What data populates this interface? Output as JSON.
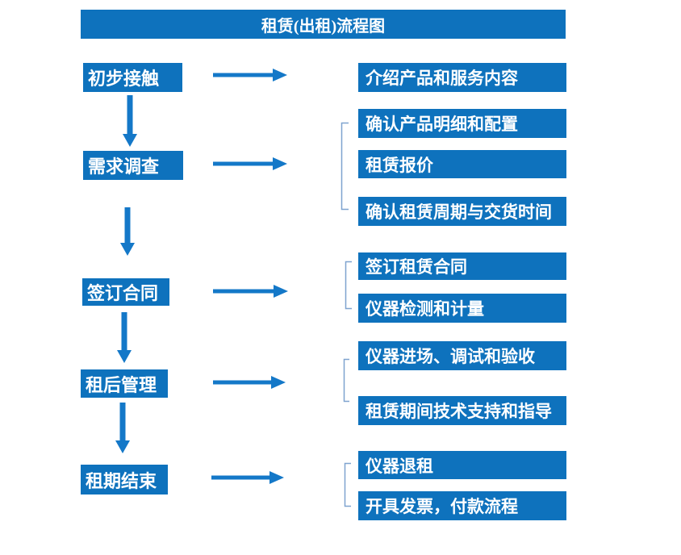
{
  "title": "租赁(出租)流程图",
  "colors": {
    "box_blue": "#0e72bd",
    "arrow_blue": "#1478c8",
    "bracket_blue": "#7fa3cf",
    "text": "#ffffff",
    "background": "#ffffff"
  },
  "flow": [
    {
      "step": "初步接触",
      "outputs": [
        "介绍产品和服务内容"
      ]
    },
    {
      "step": "需求调查",
      "outputs": [
        "确认产品明细和配置",
        "租赁报价",
        "确认租赁周期与交货时间"
      ]
    },
    {
      "step": "签订合同",
      "outputs": [
        "签订租赁合同",
        "仪器检测和计量"
      ]
    },
    {
      "step": "租后管理",
      "outputs": [
        "仪器进场、调试和验收",
        "租赁期间技术支持和指导"
      ]
    },
    {
      "step": "租期结束",
      "outputs": [
        "仪器退租",
        "开具发票，付款流程"
      ]
    }
  ]
}
